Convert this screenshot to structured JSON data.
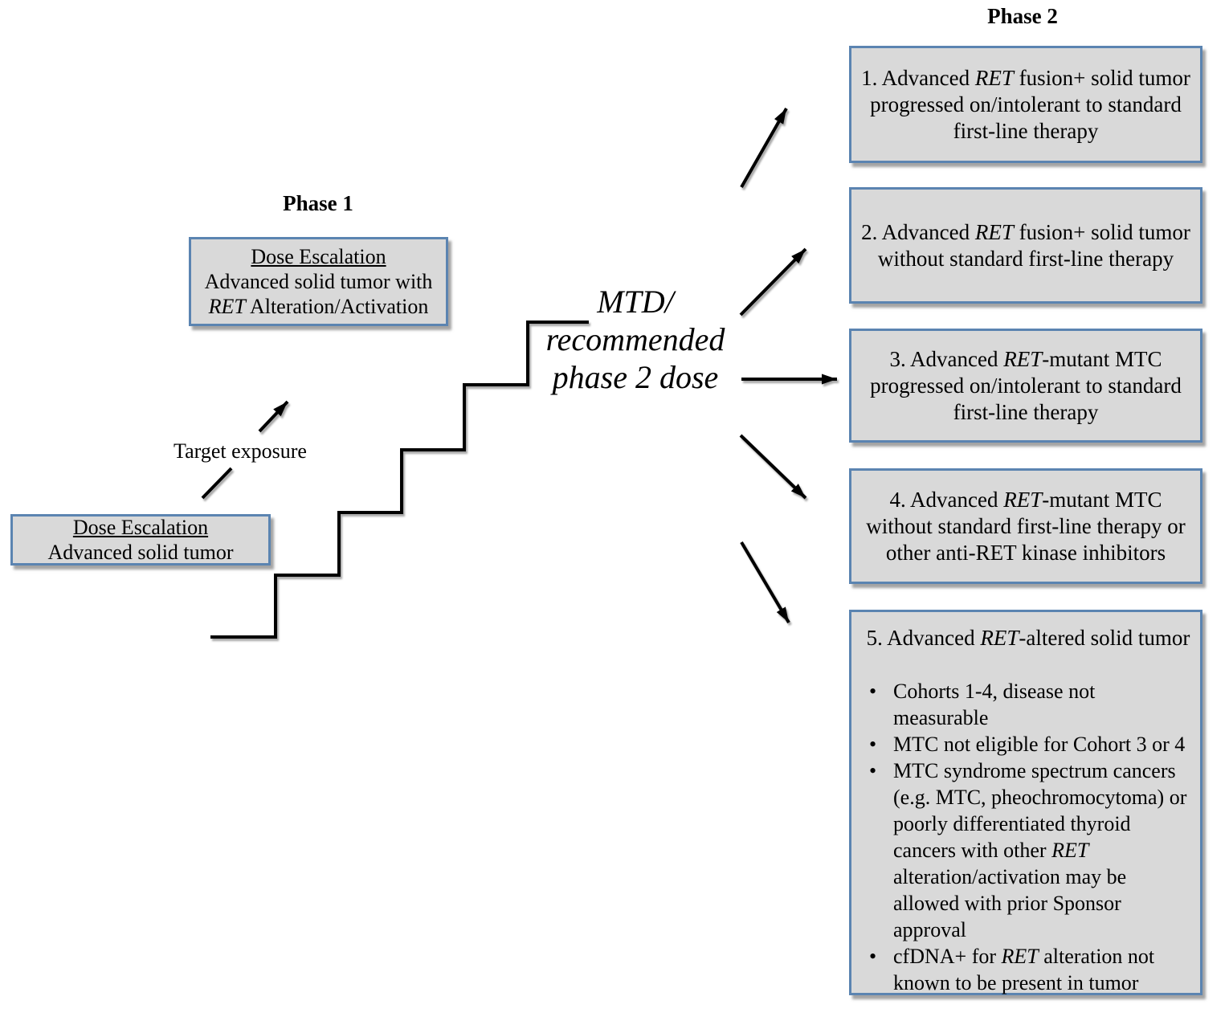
{
  "colors": {
    "box_fill": "#d9d9d9",
    "box_border": "#5b84b1",
    "line": "#000000"
  },
  "phase1": {
    "heading": "Phase 1",
    "ret_escalation_box": {
      "title": "Dose Escalation",
      "line1": "Advanced solid tumor with",
      "gene": "RET",
      "line2_rest": " Alteration/Activation"
    },
    "base_escalation_box": {
      "title": "Dose Escalation",
      "line1": "Advanced solid tumor"
    },
    "target_exposure_label": "Target exposure",
    "mtd_label": {
      "line1": "MTD/",
      "line2": "recommended",
      "line3": "phase 2 dose"
    }
  },
  "phase2": {
    "heading": "Phase 2",
    "cohorts": [
      {
        "pre": "1. Advanced ",
        "gene": "RET",
        "post": " fusion+ solid tumor\nprogressed on/intolerant to standard\nfirst-line therapy"
      },
      {
        "pre": "2. Advanced ",
        "gene": "RET",
        "post": " fusion+ solid tumor\nwithout standard first-line therapy"
      },
      {
        "pre": "3. Advanced ",
        "gene": "RET",
        "post": "-mutant MTC\nprogressed on/intolerant to standard\nfirst-line therapy"
      },
      {
        "pre": "4. Advanced ",
        "gene": "RET",
        "post": "-mutant MTC\nwithout standard first-line therapy or\nother anti-RET kinase inhibitors"
      },
      {
        "pre": "5. Advanced ",
        "gene": "RET",
        "post": "-altered solid tumor",
        "bullets": [
          {
            "s1": "Cohorts 1-4, disease not\nmeasurable",
            "gene": "",
            "s2": ""
          },
          {
            "s1": "MTC not eligible for Cohort 3 or 4",
            "gene": "",
            "s2": ""
          },
          {
            "s1": "MTC syndrome spectrum cancers (e.g. MTC, pheochromocytoma) or poorly differentiated thyroid cancers with other ",
            "gene": "RET",
            "s2": " alteration/activation may be allowed with prior Sponsor approval"
          },
          {
            "s1": "cfDNA+ for ",
            "gene": "RET",
            "s2": " alteration not\nknown to be present in tumor"
          }
        ]
      }
    ]
  }
}
